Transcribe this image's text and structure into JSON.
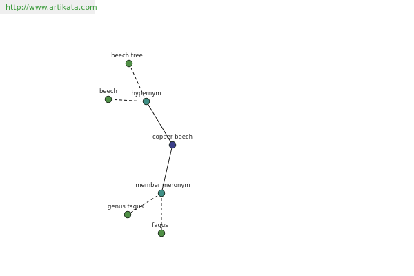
{
  "source_url": "http://www.artikata.com",
  "colors": {
    "link_text": "#3a9a3a",
    "link_bg": "#efefef",
    "center_node": "#3b3f8a",
    "relation_node": "#3f8f86",
    "leaf_node": "#4f8f45",
    "edge": "#000000"
  },
  "graph": {
    "nodes": [
      {
        "id": "copper-beech",
        "label": "copper beech",
        "kind": "center"
      },
      {
        "id": "hypernym",
        "label": "hypernym",
        "kind": "relation"
      },
      {
        "id": "member-meronym",
        "label": "member meronym",
        "kind": "relation"
      },
      {
        "id": "beech-tree",
        "label": "beech tree",
        "kind": "leaf"
      },
      {
        "id": "beech",
        "label": "beech",
        "kind": "leaf"
      },
      {
        "id": "genus-fagus",
        "label": "genus fagus",
        "kind": "leaf"
      },
      {
        "id": "fagus",
        "label": "fagus",
        "kind": "leaf"
      }
    ],
    "edges": [
      {
        "from": "copper-beech",
        "to": "hypernym",
        "style": "solid"
      },
      {
        "from": "copper-beech",
        "to": "member-meronym",
        "style": "solid"
      },
      {
        "from": "hypernym",
        "to": "beech-tree",
        "style": "dashed"
      },
      {
        "from": "hypernym",
        "to": "beech",
        "style": "dashed"
      },
      {
        "from": "member-meronym",
        "to": "genus-fagus",
        "style": "dashed"
      },
      {
        "from": "member-meronym",
        "to": "fagus",
        "style": "dashed"
      }
    ]
  }
}
